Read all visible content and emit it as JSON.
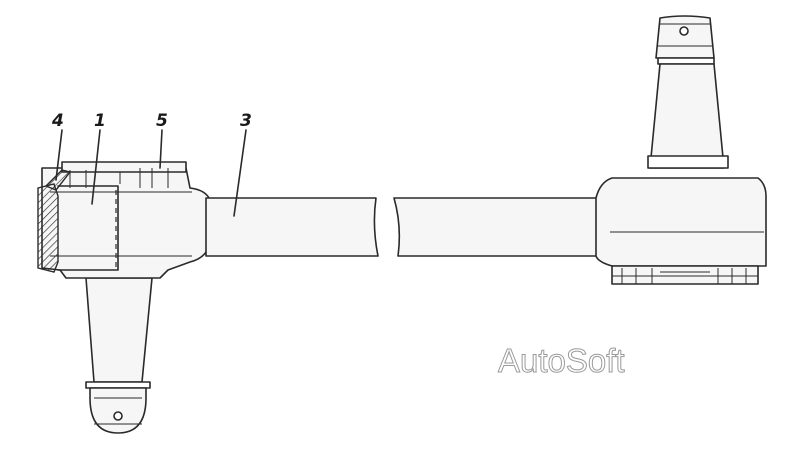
{
  "callouts": [
    {
      "id": "4",
      "label": "4"
    },
    {
      "id": "1",
      "label": "1"
    },
    {
      "id": "5",
      "label": "5"
    },
    {
      "id": "3",
      "label": "3"
    }
  ],
  "watermark": "AutoSoft"
}
